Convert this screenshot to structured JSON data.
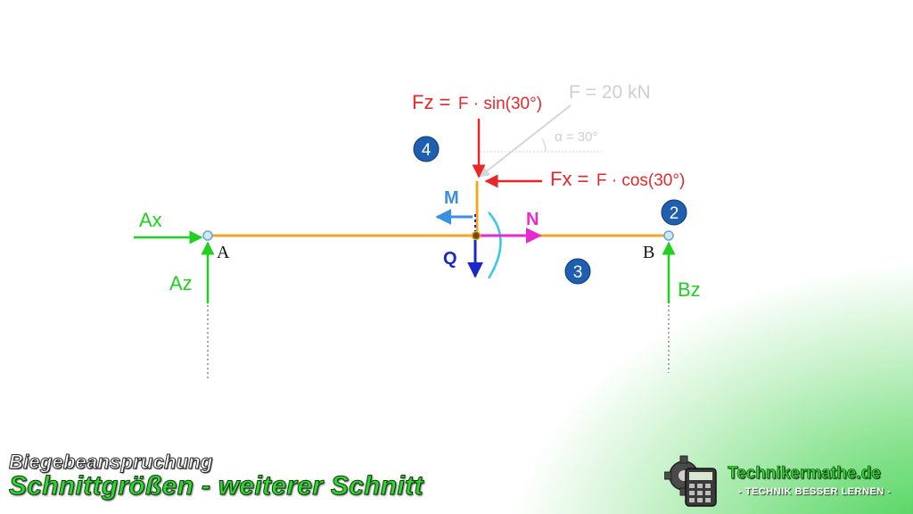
{
  "footer": {
    "subtitle": "Biegebeanspruchung",
    "title": "Schnittgrößen - weiterer Schnitt"
  },
  "logo": {
    "name": "Technikermathe.de",
    "tagline": "- TECHNIK BESSER LERNEN -",
    "icon": "calculator-gear-icon"
  },
  "labels": {
    "ax": "Ax",
    "az": "Az",
    "bz": "Bz",
    "a": "A",
    "b": "B",
    "m": "M",
    "n": "N",
    "q": "Q",
    "fz_main": "Fz =",
    "fz_expr": "F · sin(30°)",
    "fx_main": "Fx =",
    "fx_expr": "F · cos(30°)",
    "f_value": "F = 20 kN",
    "alpha": "α = 30°"
  },
  "steps": [
    "4",
    "2",
    "3"
  ],
  "colors": {
    "beam": "#f5a623",
    "support_forces": "#1fd01f",
    "applied_forces": "#e8272b",
    "moment": "#3b8fe0",
    "normal_force": "#e829d0",
    "shear_force": "#1a28c9",
    "badge": "#1f5fb0",
    "faded": "#cfcfcf"
  }
}
